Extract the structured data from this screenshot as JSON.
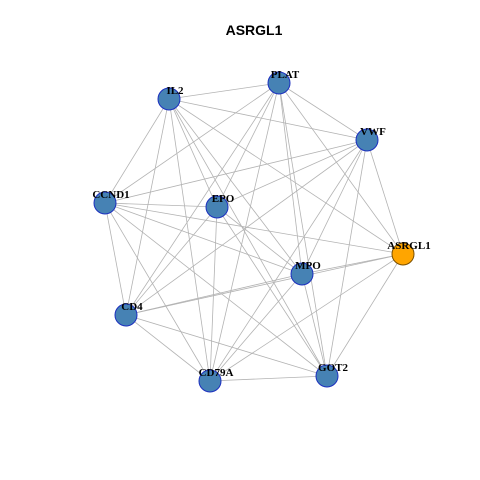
{
  "title": "ASRGL1",
  "colors": {
    "node_default": "#4682b4",
    "node_default_border": "#1c2fbf",
    "node_focus": "#ffa500",
    "node_focus_border": "#7a4f00",
    "edge": "#b3b3b3"
  },
  "nodes": [
    {
      "id": "PLAT",
      "label": "PLAT",
      "focus": false
    },
    {
      "id": "IL2",
      "label": "IL2",
      "focus": false
    },
    {
      "id": "VWF",
      "label": "VWF",
      "focus": false
    },
    {
      "id": "CCND1",
      "label": "CCND1",
      "focus": false
    },
    {
      "id": "EPO",
      "label": "EPO",
      "focus": false
    },
    {
      "id": "ASRGL1",
      "label": "ASRGL1",
      "focus": true
    },
    {
      "id": "MPO",
      "label": "MPO",
      "focus": false
    },
    {
      "id": "CD4",
      "label": "CD4",
      "focus": false
    },
    {
      "id": "CD79A",
      "label": "CD79A",
      "focus": false
    },
    {
      "id": "GOT2",
      "label": "GOT2",
      "focus": false
    }
  ],
  "edges": [
    [
      "IL2",
      "PLAT"
    ],
    [
      "IL2",
      "VWF"
    ],
    [
      "IL2",
      "CCND1"
    ],
    [
      "IL2",
      "CD4"
    ],
    [
      "IL2",
      "MPO"
    ],
    [
      "IL2",
      "CD79A"
    ],
    [
      "IL2",
      "GOT2"
    ],
    [
      "IL2",
      "ASRGL1"
    ],
    [
      "IL2",
      "EPO"
    ],
    [
      "PLAT",
      "VWF"
    ],
    [
      "PLAT",
      "ASRGL1"
    ],
    [
      "PLAT",
      "EPO"
    ],
    [
      "PLAT",
      "CCND1"
    ],
    [
      "PLAT",
      "CD4"
    ],
    [
      "PLAT",
      "MPO"
    ],
    [
      "PLAT",
      "CD79A"
    ],
    [
      "PLAT",
      "GOT2"
    ],
    [
      "VWF",
      "CCND1"
    ],
    [
      "VWF",
      "ASRGL1"
    ],
    [
      "VWF",
      "MPO"
    ],
    [
      "VWF",
      "CD4"
    ],
    [
      "VWF",
      "CD79A"
    ],
    [
      "VWF",
      "GOT2"
    ],
    [
      "VWF",
      "EPO"
    ],
    [
      "CCND1",
      "EPO"
    ],
    [
      "CCND1",
      "ASRGL1"
    ],
    [
      "CCND1",
      "MPO"
    ],
    [
      "CCND1",
      "CD79A"
    ],
    [
      "CCND1",
      "GOT2"
    ],
    [
      "CCND1",
      "CD4"
    ],
    [
      "EPO",
      "MPO"
    ],
    [
      "EPO",
      "CD79A"
    ],
    [
      "EPO",
      "GOT2"
    ],
    [
      "EPO",
      "CD4"
    ],
    [
      "ASRGL1",
      "MPO"
    ],
    [
      "ASRGL1",
      "CD4"
    ],
    [
      "ASRGL1",
      "CD79A"
    ],
    [
      "ASRGL1",
      "GOT2"
    ],
    [
      "MPO",
      "CD4"
    ],
    [
      "MPO",
      "CD79A"
    ],
    [
      "MPO",
      "GOT2"
    ],
    [
      "CD4",
      "GOT2"
    ],
    [
      "CD4",
      "CD79A"
    ],
    [
      "CD79A",
      "GOT2"
    ]
  ]
}
